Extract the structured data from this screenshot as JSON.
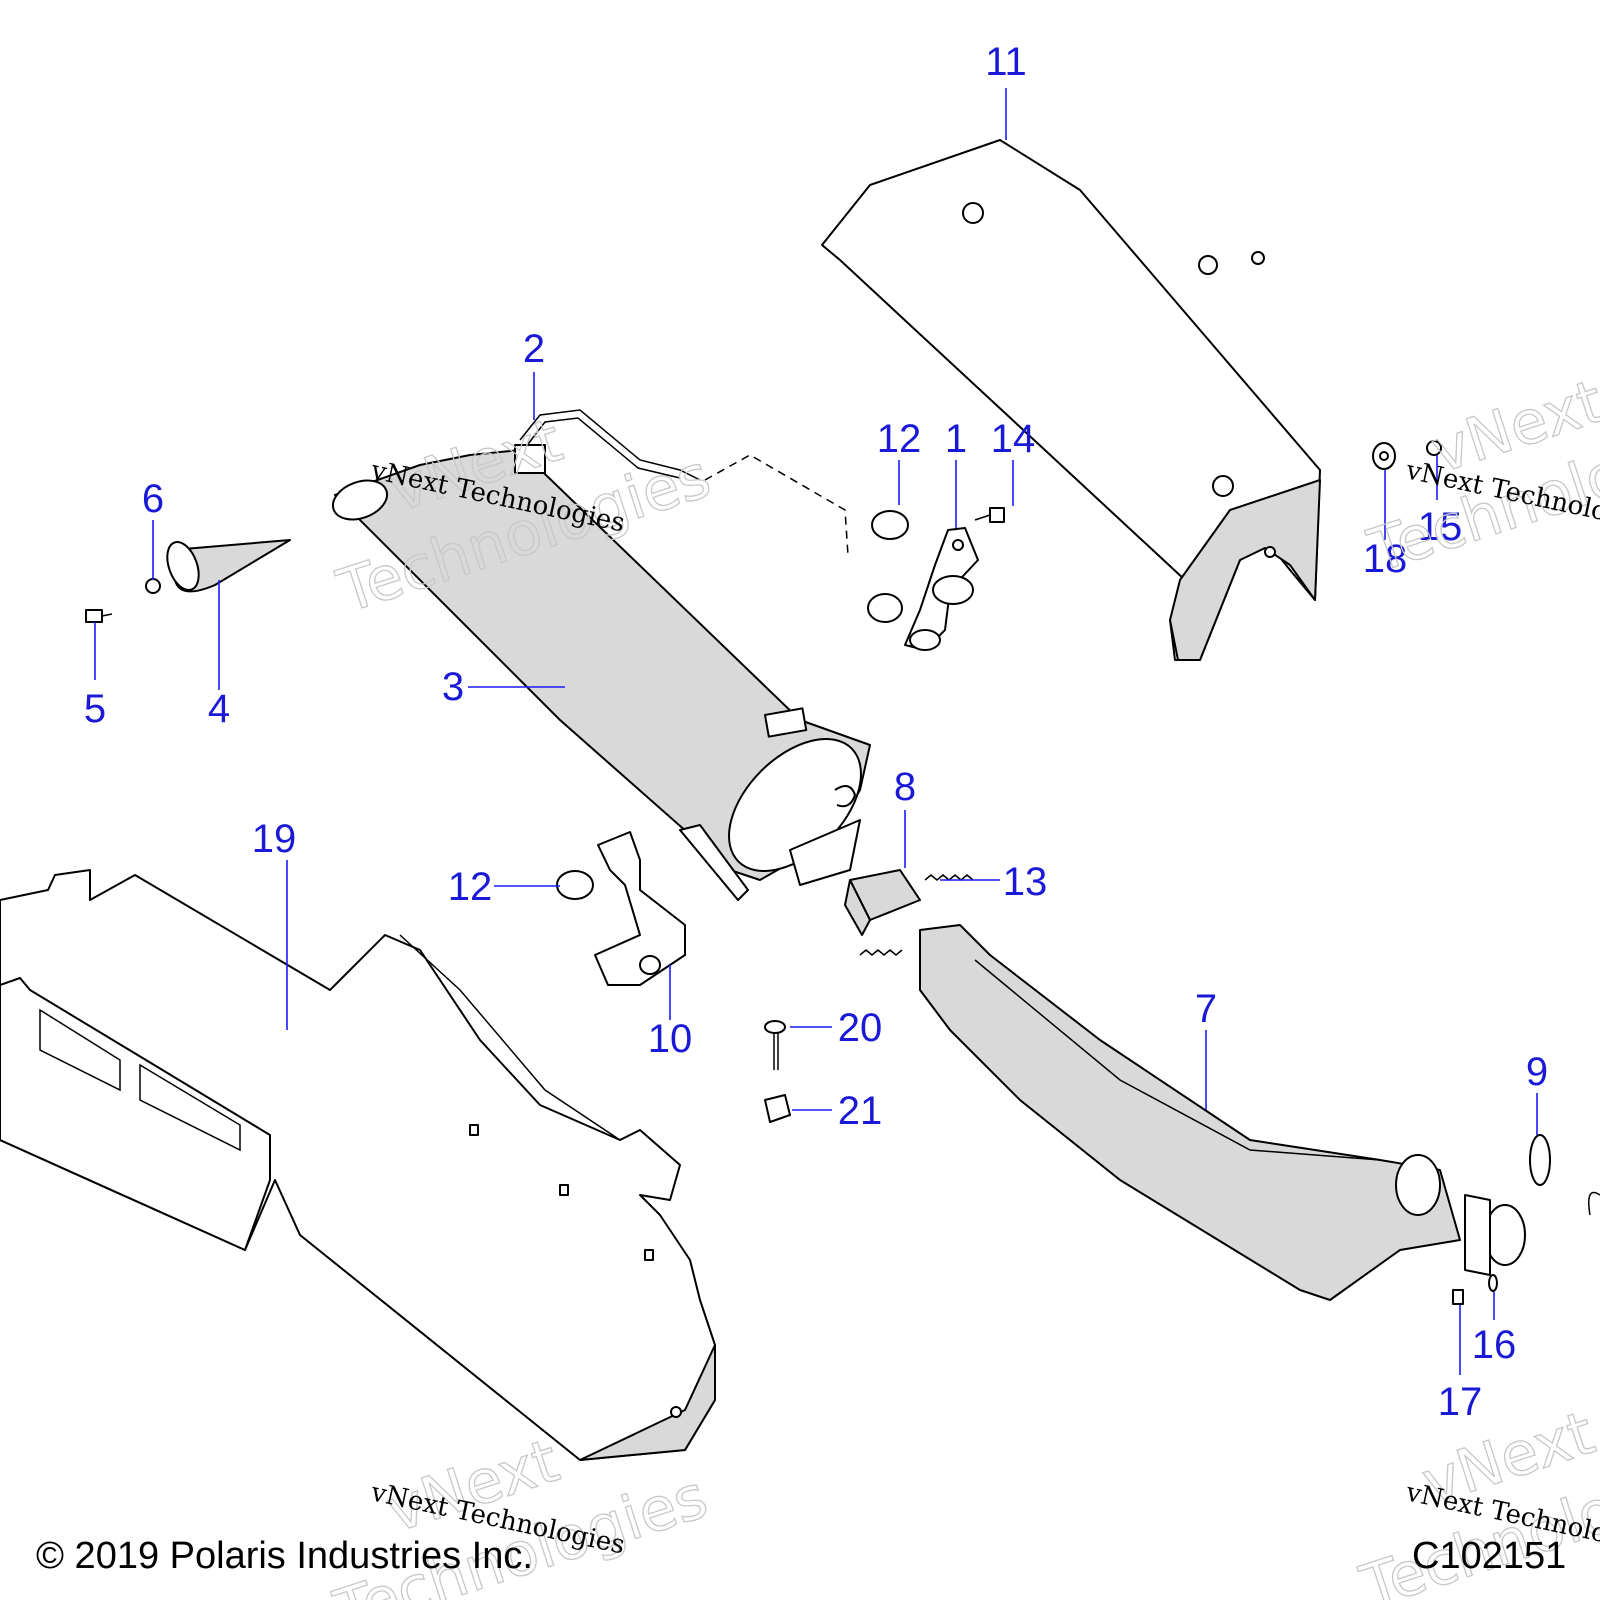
{
  "callouts": {
    "c1": "1",
    "c2": "2",
    "c3": "3",
    "c4": "4",
    "c5": "5",
    "c6": "6",
    "c7": "7",
    "c8": "8",
    "c9": "9",
    "c10": "10",
    "c11": "11",
    "c12a": "12",
    "c12b": "12",
    "c13": "13",
    "c14": "14",
    "c15": "15",
    "c16": "16",
    "c17": "17",
    "c18": "18",
    "c19": "19",
    "c20": "20",
    "c21": "21"
  },
  "watermark": {
    "line1": "vNext",
    "line2": "Technologies",
    "small": "vNext Technologies"
  },
  "footer": {
    "copyright": "© 2019 Polaris Industries Inc.",
    "figure_id": "C102151"
  },
  "colors": {
    "callout": "#1a1ad6",
    "leader": "#1a1aff",
    "shade": "#d9d9d9"
  }
}
